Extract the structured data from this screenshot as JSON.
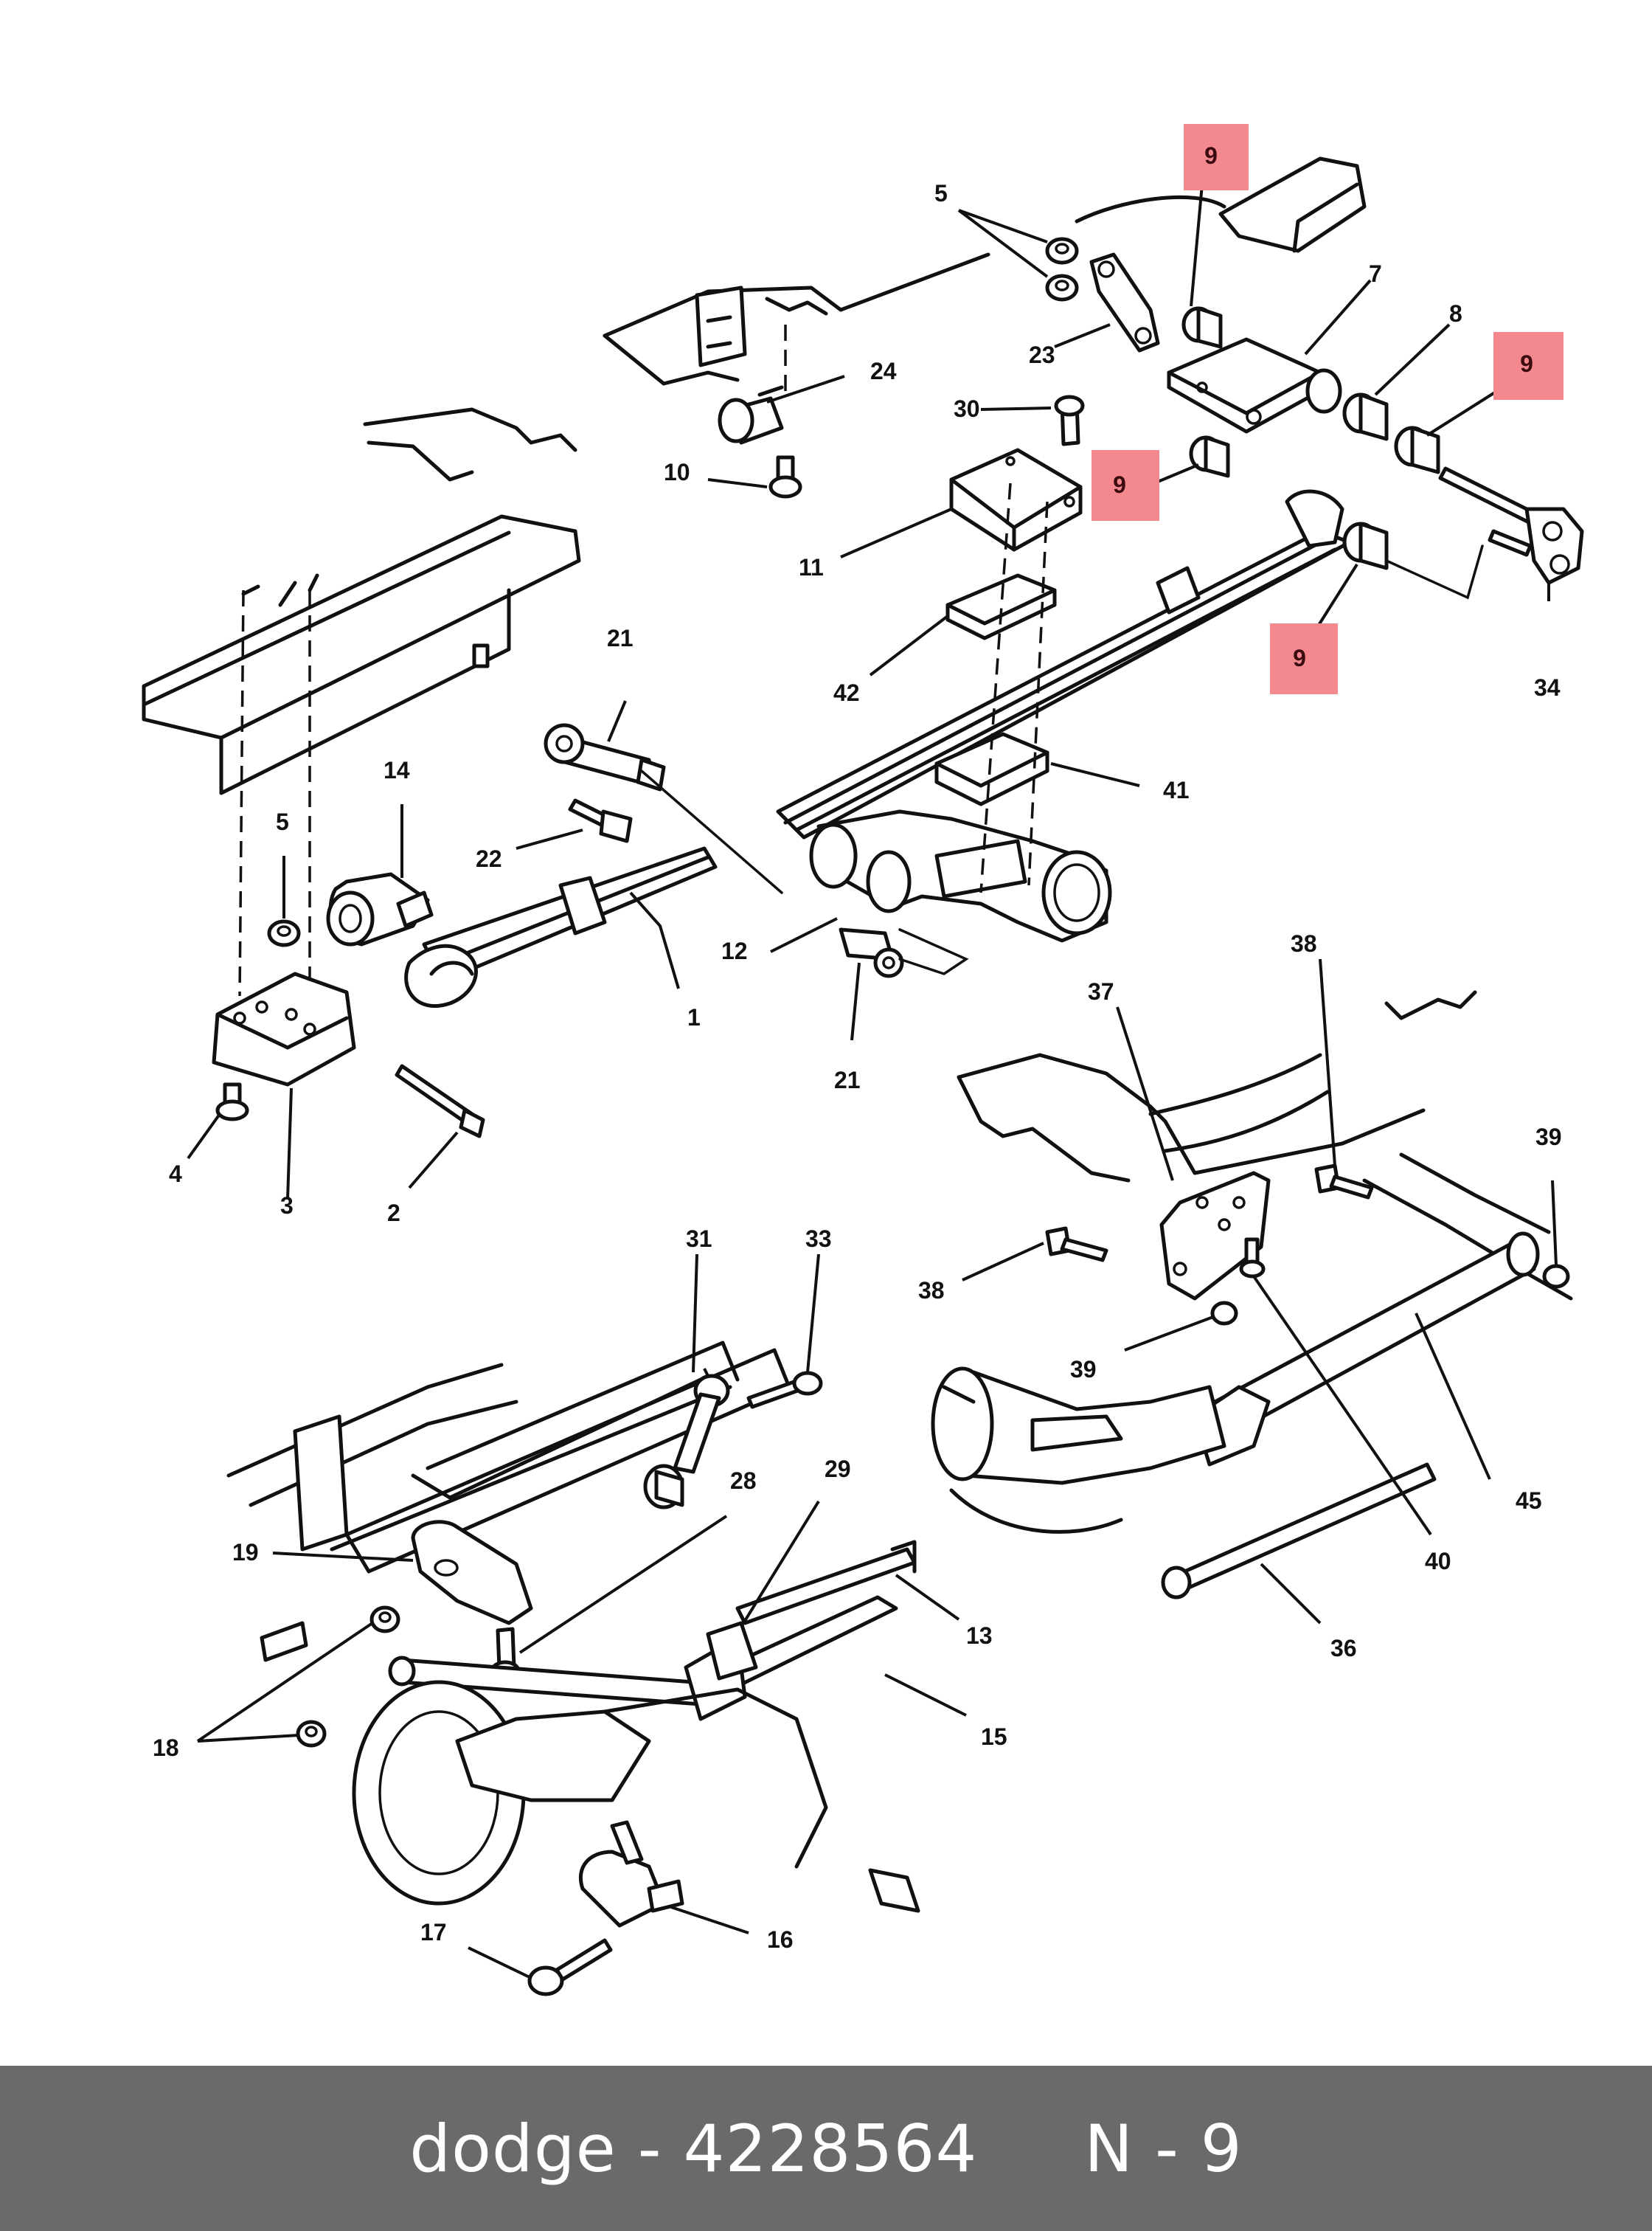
{
  "footer": {
    "brand": "dodge",
    "separator": " - ",
    "part_number": "4228564",
    "gap": "     ",
    "reference": "N - 9"
  },
  "callouts": {
    "c1": "1",
    "c2": "2",
    "c3": "3",
    "c4": "4",
    "c5a": "5",
    "c5b": "5",
    "c7": "7",
    "c8": "8",
    "c9a": "9",
    "c9b": "9",
    "c9c": "9",
    "c9d": "9",
    "c10": "10",
    "c11": "11",
    "c12": "12",
    "c13": "13",
    "c14": "14",
    "c15": "15",
    "c16": "16",
    "c17": "17",
    "c18": "18",
    "c19": "19",
    "c21a": "21",
    "c21b": "21",
    "c22": "22",
    "c23": "23",
    "c24": "24",
    "c28": "28",
    "c29": "29",
    "c30": "30",
    "c31": "31",
    "c33": "33",
    "c34": "34",
    "c36": "36",
    "c37": "37",
    "c38a": "38",
    "c38b": "38",
    "c39a": "39",
    "c39b": "39",
    "c40": "40",
    "c41": "41",
    "c42": "42",
    "c45": "45"
  },
  "highlight_color": "#f4888f"
}
